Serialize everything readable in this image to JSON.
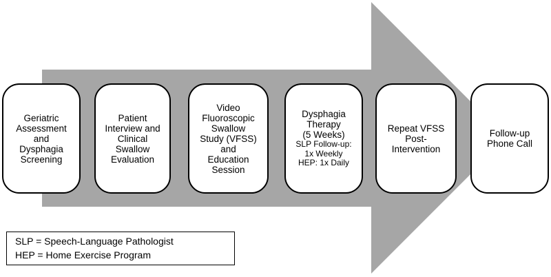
{
  "colors": {
    "arrow": "#a6a6a6",
    "box_border": "#000000",
    "box_fill": "#ffffff"
  },
  "steps": [
    {
      "text": "Geriatric\nAssessment\nand\nDysphagia\nScreening",
      "detail": ""
    },
    {
      "text": "Patient\nInterview and\nClinical\nSwallow\nEvaluation",
      "detail": ""
    },
    {
      "text": "Video\nFluoroscopic\nSwallow\nStudy (VFSS)\nand\nEducation\nSession",
      "detail": ""
    },
    {
      "text": "Dysphagia\nTherapy\n(5 Weeks)",
      "detail": "SLP Follow-up:\n1x Weekly\nHEP: 1x Daily"
    },
    {
      "text": "Repeat VFSS\nPost-\nIntervention",
      "detail": ""
    },
    {
      "text": "Follow-up\nPhone Call",
      "detail": ""
    }
  ],
  "legend": {
    "line1": "SLP = Speech-Language Pathologist",
    "line2": "HEP = Home Exercise Program"
  }
}
